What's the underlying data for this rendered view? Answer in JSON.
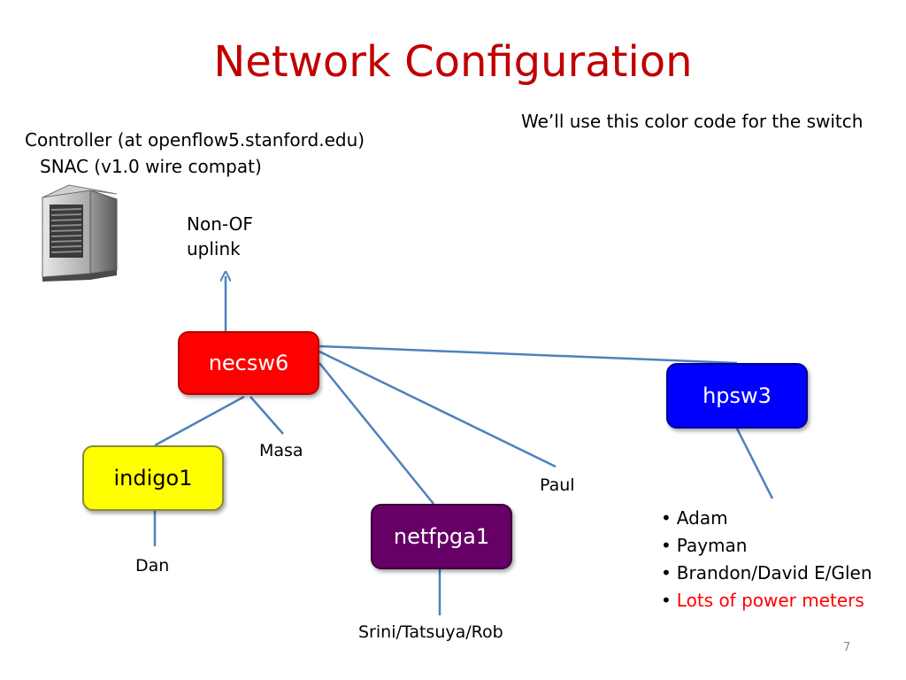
{
  "title": "Network Configuration",
  "color_code_note": "We’ll use this color code for the switch",
  "controller": {
    "line1": "Controller (at openflow5.stanford.edu)",
    "line2": "SNAC (v1.0 wire compat)",
    "icon": "server-tower-icon"
  },
  "uplink": {
    "line1": "Non-OF",
    "line2": "uplink"
  },
  "switches": {
    "necsw6": {
      "label": "necsw6",
      "color": "#ff0000"
    },
    "hpsw3": {
      "label": "hpsw3",
      "color": "#0000ff"
    },
    "indigo1": {
      "label": "indigo1",
      "color": "#ffff00"
    },
    "netfpga1": {
      "label": "netfpga1",
      "color": "#660066"
    }
  },
  "hosts": {
    "masa": "Masa",
    "paul": "Paul",
    "dan": "Dan",
    "netfpga_users": "Srini/Tatsuya/Rob"
  },
  "hpsw3_users": [
    {
      "text": "Adam",
      "color": "#000000"
    },
    {
      "text": "Payman",
      "color": "#000000"
    },
    {
      "text": "Brandon/David E/Glen",
      "color": "#000000"
    },
    {
      "text": "Lots of power meters",
      "color": "#ff0000"
    }
  ],
  "link_color": "#4f81bd",
  "slide_number": "7"
}
